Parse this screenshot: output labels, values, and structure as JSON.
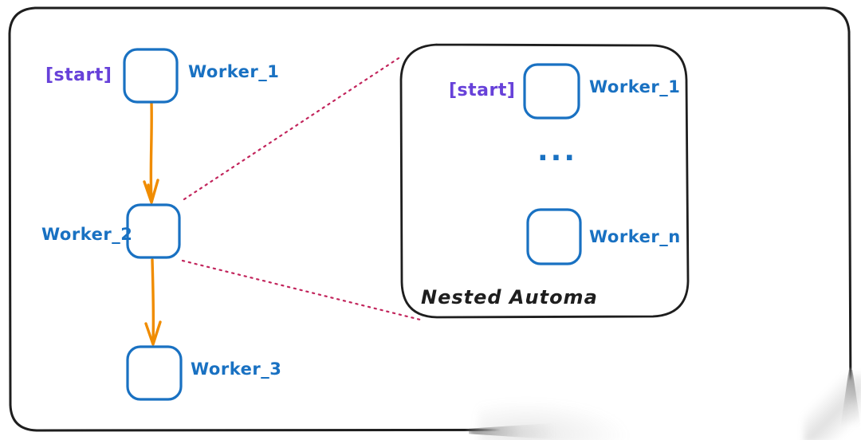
{
  "colors": {
    "node_blue": "#1971c2",
    "arrow_orange": "#f08c00",
    "start_purple": "#6741d9",
    "link_crimson": "#c2255c",
    "frame_black": "#1e1e1e",
    "background": "#ffffff"
  },
  "outer_flow": {
    "start_tag": "[start]",
    "worker1_label": "Worker_1",
    "worker2_label": "Worker_2",
    "worker3_label": "Worker_3"
  },
  "nested_automa": {
    "title": "Nested Automa",
    "start_tag": "[start]",
    "worker1_label": "Worker_1",
    "ellipsis": "...",
    "worker_n_label": "Worker_n"
  }
}
